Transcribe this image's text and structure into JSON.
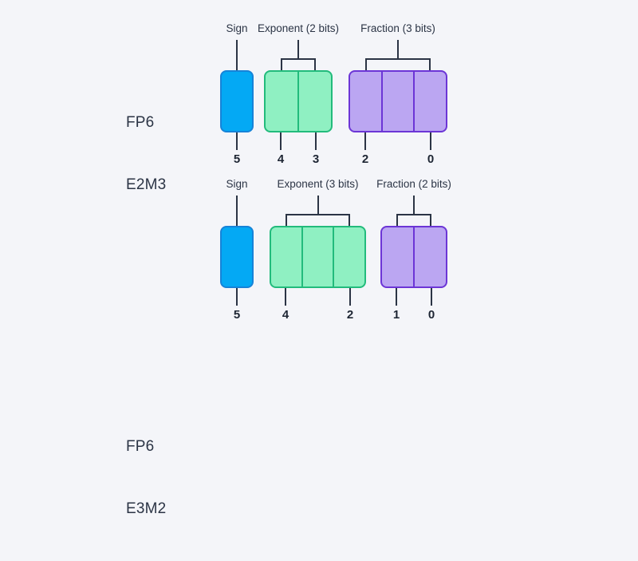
{
  "background_color": "#f4f5f9",
  "palette": {
    "sign_fill": "#04a9f4",
    "sign_border": "#1683d8",
    "exponent_fill": "#8ff0c2",
    "exponent_border": "#22bb7c",
    "fraction_fill": "#bba6f2",
    "fraction_border": "#6c35d6",
    "text": "#2b3445"
  },
  "rows": [
    {
      "name": "fp6-e2m3",
      "format_line1": "FP6",
      "format_line2": "E2M3",
      "total_bits": 6,
      "fields": [
        {
          "key": "sign",
          "caption": "Sign",
          "bits": 1,
          "bit_labels": [
            "5"
          ],
          "color": "blue"
        },
        {
          "key": "exponent",
          "caption": "Exponent (2 bits)",
          "bits": 2,
          "bit_labels": [
            "4",
            "3"
          ],
          "color": "green"
        },
        {
          "key": "fraction",
          "caption": "Fraction (3 bits)",
          "bits": 3,
          "bit_labels": [
            "2",
            "0"
          ],
          "color": "purple"
        }
      ]
    },
    {
      "name": "fp6-e3m2",
      "format_line1": "FP6",
      "format_line2": "E3M2",
      "total_bits": 6,
      "fields": [
        {
          "key": "sign",
          "caption": "Sign",
          "bits": 1,
          "bit_labels": [
            "5"
          ],
          "color": "blue"
        },
        {
          "key": "exponent",
          "caption": "Exponent (3 bits)",
          "bits": 3,
          "bit_labels": [
            "4",
            "2"
          ],
          "color": "green"
        },
        {
          "key": "fraction",
          "caption": "Fraction (2 bits)",
          "bits": 2,
          "bit_labels": [
            "1",
            "0"
          ],
          "color": "purple"
        }
      ]
    }
  ]
}
